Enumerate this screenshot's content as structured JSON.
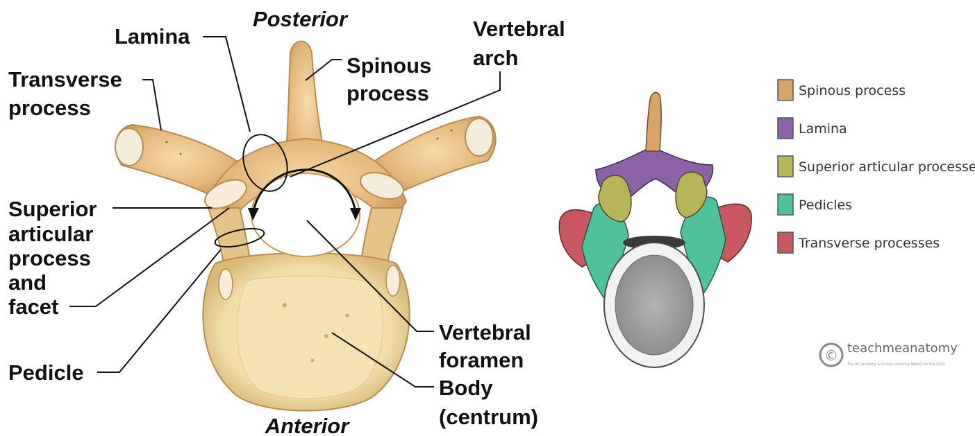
{
  "left_diagram": {
    "orientation_top": "Posterior",
    "orientation_bottom": "Anterior",
    "labels": {
      "lamina": "Lamina",
      "transverse_process": [
        "Transverse",
        "process"
      ],
      "spinous_process": [
        "Spinous",
        "process"
      ],
      "vertebral_arch": [
        "Vertebral",
        "arch"
      ],
      "superior_articular_process": [
        "Superior",
        "articular",
        "process",
        "and",
        "facet"
      ],
      "pedicle": "Pedicle",
      "vertebral_foramen": [
        "Vertebral",
        "foramen"
      ],
      "body": [
        "Body",
        "(centrum)"
      ]
    },
    "colors": {
      "bone": "#e8c48a",
      "bone_light": "#f5e3b5",
      "bone_dark": "#b98a4e",
      "facet": "#f6eddc"
    }
  },
  "right_diagram": {
    "legend": [
      {
        "label": "Spinous process",
        "color": "#d9a468"
      },
      {
        "label": "Lamina",
        "color": "#8b62a8"
      },
      {
        "label": "Superior articular processes",
        "color": "#b8b45a"
      },
      {
        "label": "Pedicles",
        "color": "#4fc29a"
      },
      {
        "label": "Transverse processes",
        "color": "#c8575f"
      }
    ],
    "watermark": "teachmeanatomy",
    "watermark_symbol": "©",
    "watermark_subtext": "The #1 anatomy & human anatomy library for the 2020"
  }
}
